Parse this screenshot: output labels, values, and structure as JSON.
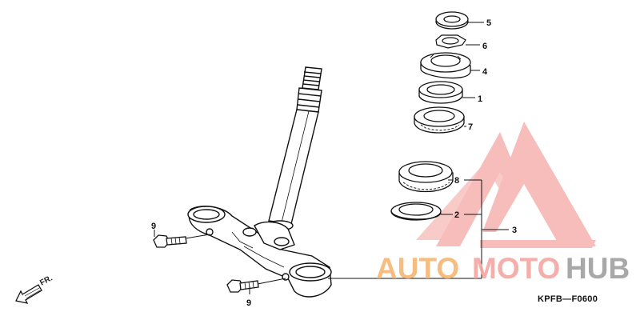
{
  "diagram": {
    "callouts": [
      {
        "id": "c5",
        "label": "5"
      },
      {
        "id": "c6",
        "label": "6"
      },
      {
        "id": "c4",
        "label": "4"
      },
      {
        "id": "c1",
        "label": "1"
      },
      {
        "id": "c7",
        "label": "7"
      },
      {
        "id": "c8",
        "label": "8"
      },
      {
        "id": "c2",
        "label": "2"
      },
      {
        "id": "c3",
        "label": "3"
      },
      {
        "id": "c9a",
        "label": "9"
      },
      {
        "id": "c9b",
        "label": "9"
      }
    ],
    "direction_label": "FR.",
    "diagram_code": "KPFB—F0600"
  },
  "watermark": {
    "part1": "AUTO",
    "part2": "MOTO",
    "part3": "HUB",
    "color_orange": "#f6b16a",
    "color_pink": "#f5a7a3",
    "color_gray": "#9a9a9a"
  }
}
